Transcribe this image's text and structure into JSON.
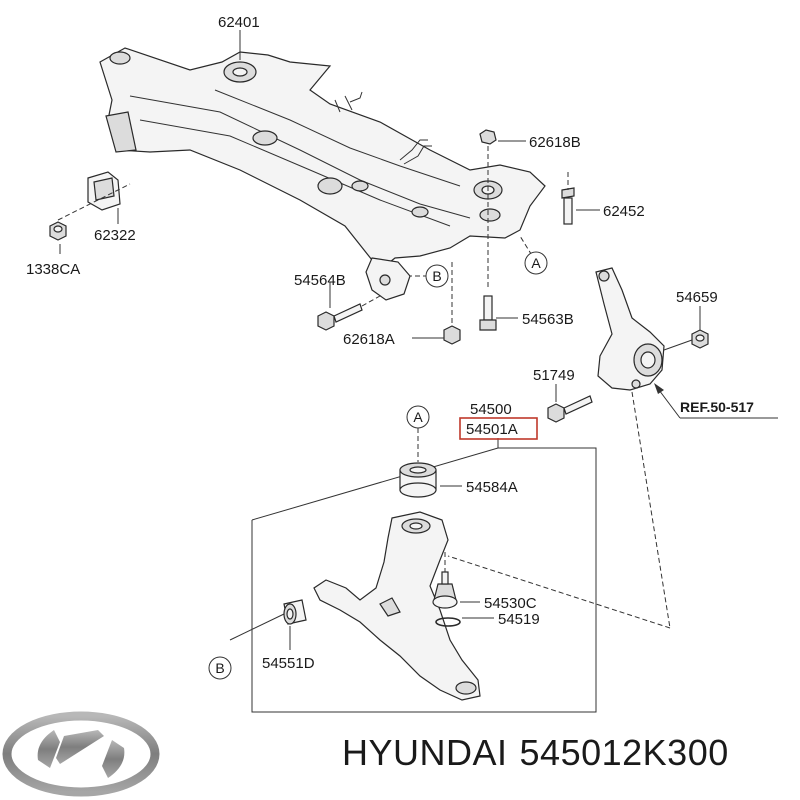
{
  "brand": "HYUNDAI",
  "part_number": "545012K300",
  "colors": {
    "highlight_box": "#c0392b",
    "line": "#333333",
    "logo": "#8a8a8a"
  },
  "callouts": {
    "p62401": "62401",
    "p62618B": "62618B",
    "p62452": "62452",
    "p62322": "62322",
    "p1338CA": "1338CA",
    "p54564B": "54564B",
    "p54563B": "54563B",
    "p62618A": "62618A",
    "p54659": "54659",
    "p51749": "51749",
    "ref": "REF.50-517",
    "p54500": "54500",
    "p54501A": "54501A",
    "p54584A": "54584A",
    "p54530C": "54530C",
    "p54519": "54519",
    "p54551D": "54551D"
  },
  "markers": {
    "a_top": "A",
    "b_top": "B",
    "a_bottom": "A",
    "b_bottom": "B"
  }
}
